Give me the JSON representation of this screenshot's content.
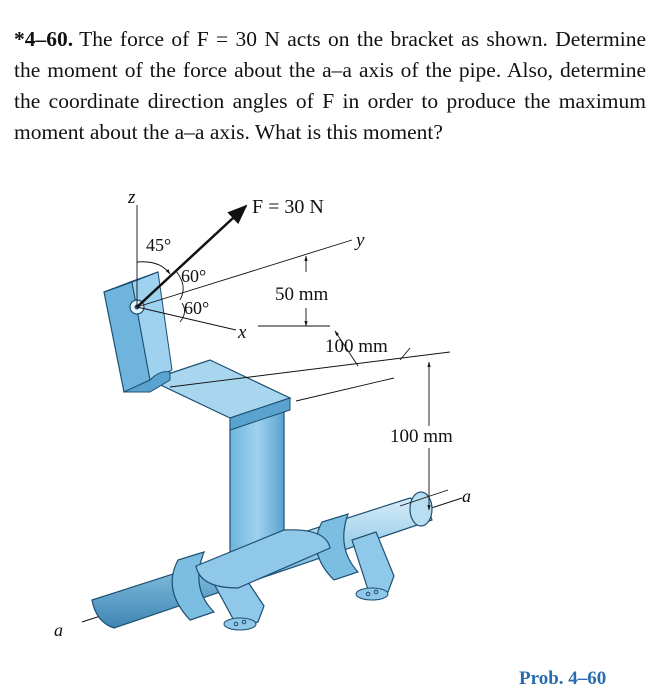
{
  "problem": {
    "number": "*4–60.",
    "text": "The force of F = 30 N acts on the bracket as shown. Determine the moment of the force about the a–a axis of the pipe. Also, determine the coordinate direction angles of F in order to produce the maximum moment about the a–a axis. What is this moment?"
  },
  "figure": {
    "labels": {
      "z_axis": "z",
      "y_axis": "y",
      "x_axis": "x",
      "force": "F = 30 N",
      "angle_45": "45°",
      "angle_60_top": "60°",
      "angle_60_bottom": "60°",
      "dim_50": "50 mm",
      "dim_100_horizontal": "100 mm",
      "dim_100_vertical": "100 mm",
      "axis_a_right": "a",
      "axis_a_left": "a"
    }
  },
  "caption": "Prob. 4–60"
}
